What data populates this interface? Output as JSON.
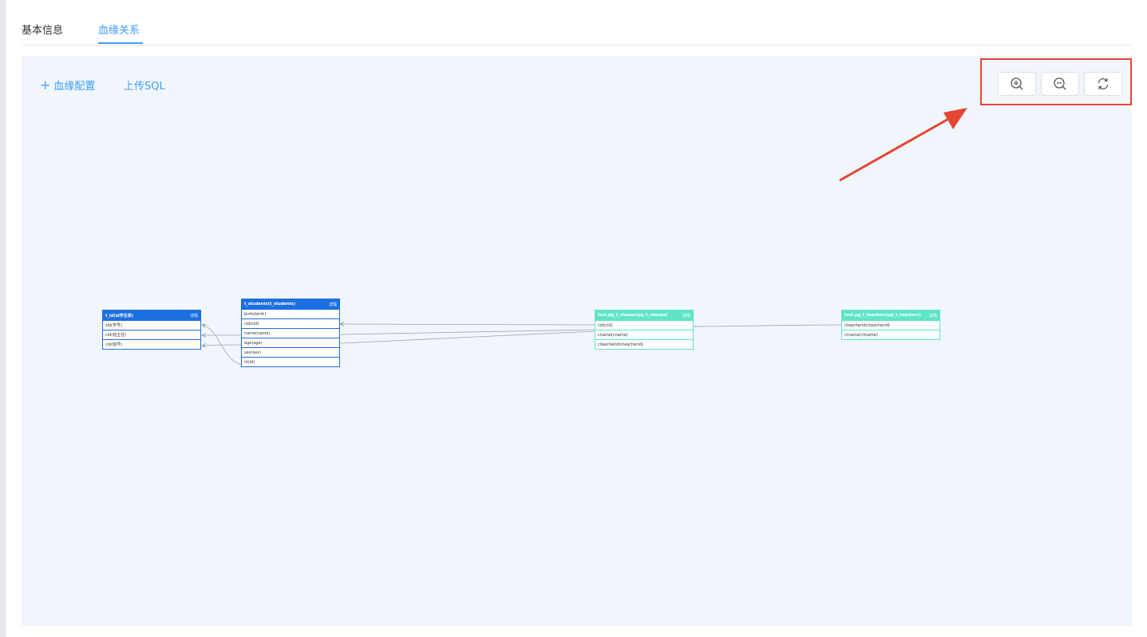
{
  "tabs": [
    {
      "label": "基本信息"
    },
    {
      "label": "血缘关系"
    }
  ],
  "toolbar": {
    "plus_icon": "+",
    "add_label": "血缘配置",
    "upload_label": "上传SQL"
  },
  "zoom_tools": [
    "zoom-in-icon",
    "zoom-out-icon",
    "refresh-icon"
  ],
  "annotation_color": "#e64533",
  "colors": {
    "accent": "#409eff",
    "node_blue": "#1c6fe0",
    "node_teal": "#5fe4c7"
  },
  "nodes": [
    {
      "title": "t_id(id学生表)",
      "detail": "详情",
      "rows": [
        "sid(学号)",
        "cid(班主任)",
        "cid(班号)"
      ]
    },
    {
      "title": "t_students(t_students)",
      "detail": "详情",
      "rows": [
        "birth(birth)",
        "cid(cid)",
        "name(name)",
        "age(age)",
        "sex(sex)",
        "id(id)"
      ]
    },
    {
      "title": "test.pg_t_classes(pg_t_classes)",
      "detail": "详情",
      "rows": [
        "cid(cid)",
        "cname(cname)",
        "cteacherid(cteacherid)"
      ]
    },
    {
      "title": "test.pg_t_teachers(pg_t_teachers)",
      "detail": "详情",
      "rows": [
        "cteacherid(cteacherid)",
        "ctname(ctname)"
      ]
    }
  ]
}
